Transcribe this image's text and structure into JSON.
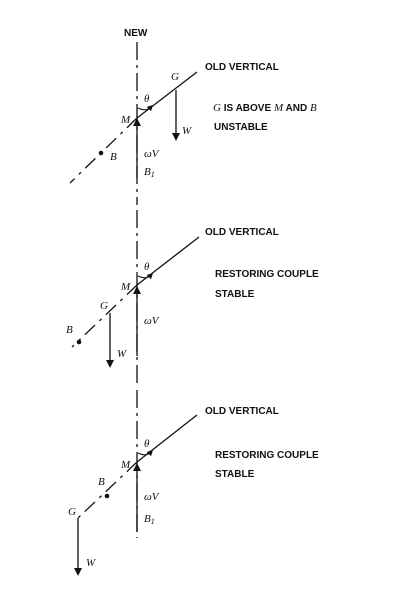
{
  "labels": {
    "new": "NEW",
    "old_vertical": "OLD VERTICAL",
    "theta": "θ",
    "M": "M",
    "G": "G",
    "B": "B",
    "W": "W",
    "omega_v": "ωV",
    "B1": "B",
    "B1_sub": "1"
  },
  "panels": [
    {
      "caption_line1_prefix": "G",
      "caption_line1_mid1": " IS ABOVE ",
      "caption_line1_M": "M",
      "caption_line1_mid2": " AND ",
      "caption_line1_B": "B",
      "caption_line2": "UNSTABLE"
    },
    {
      "caption_line1": "RESTORING COUPLE",
      "caption_line2": "STABLE"
    },
    {
      "caption_line1": "RESTORING COUPLE",
      "caption_line2": "STABLE"
    }
  ]
}
